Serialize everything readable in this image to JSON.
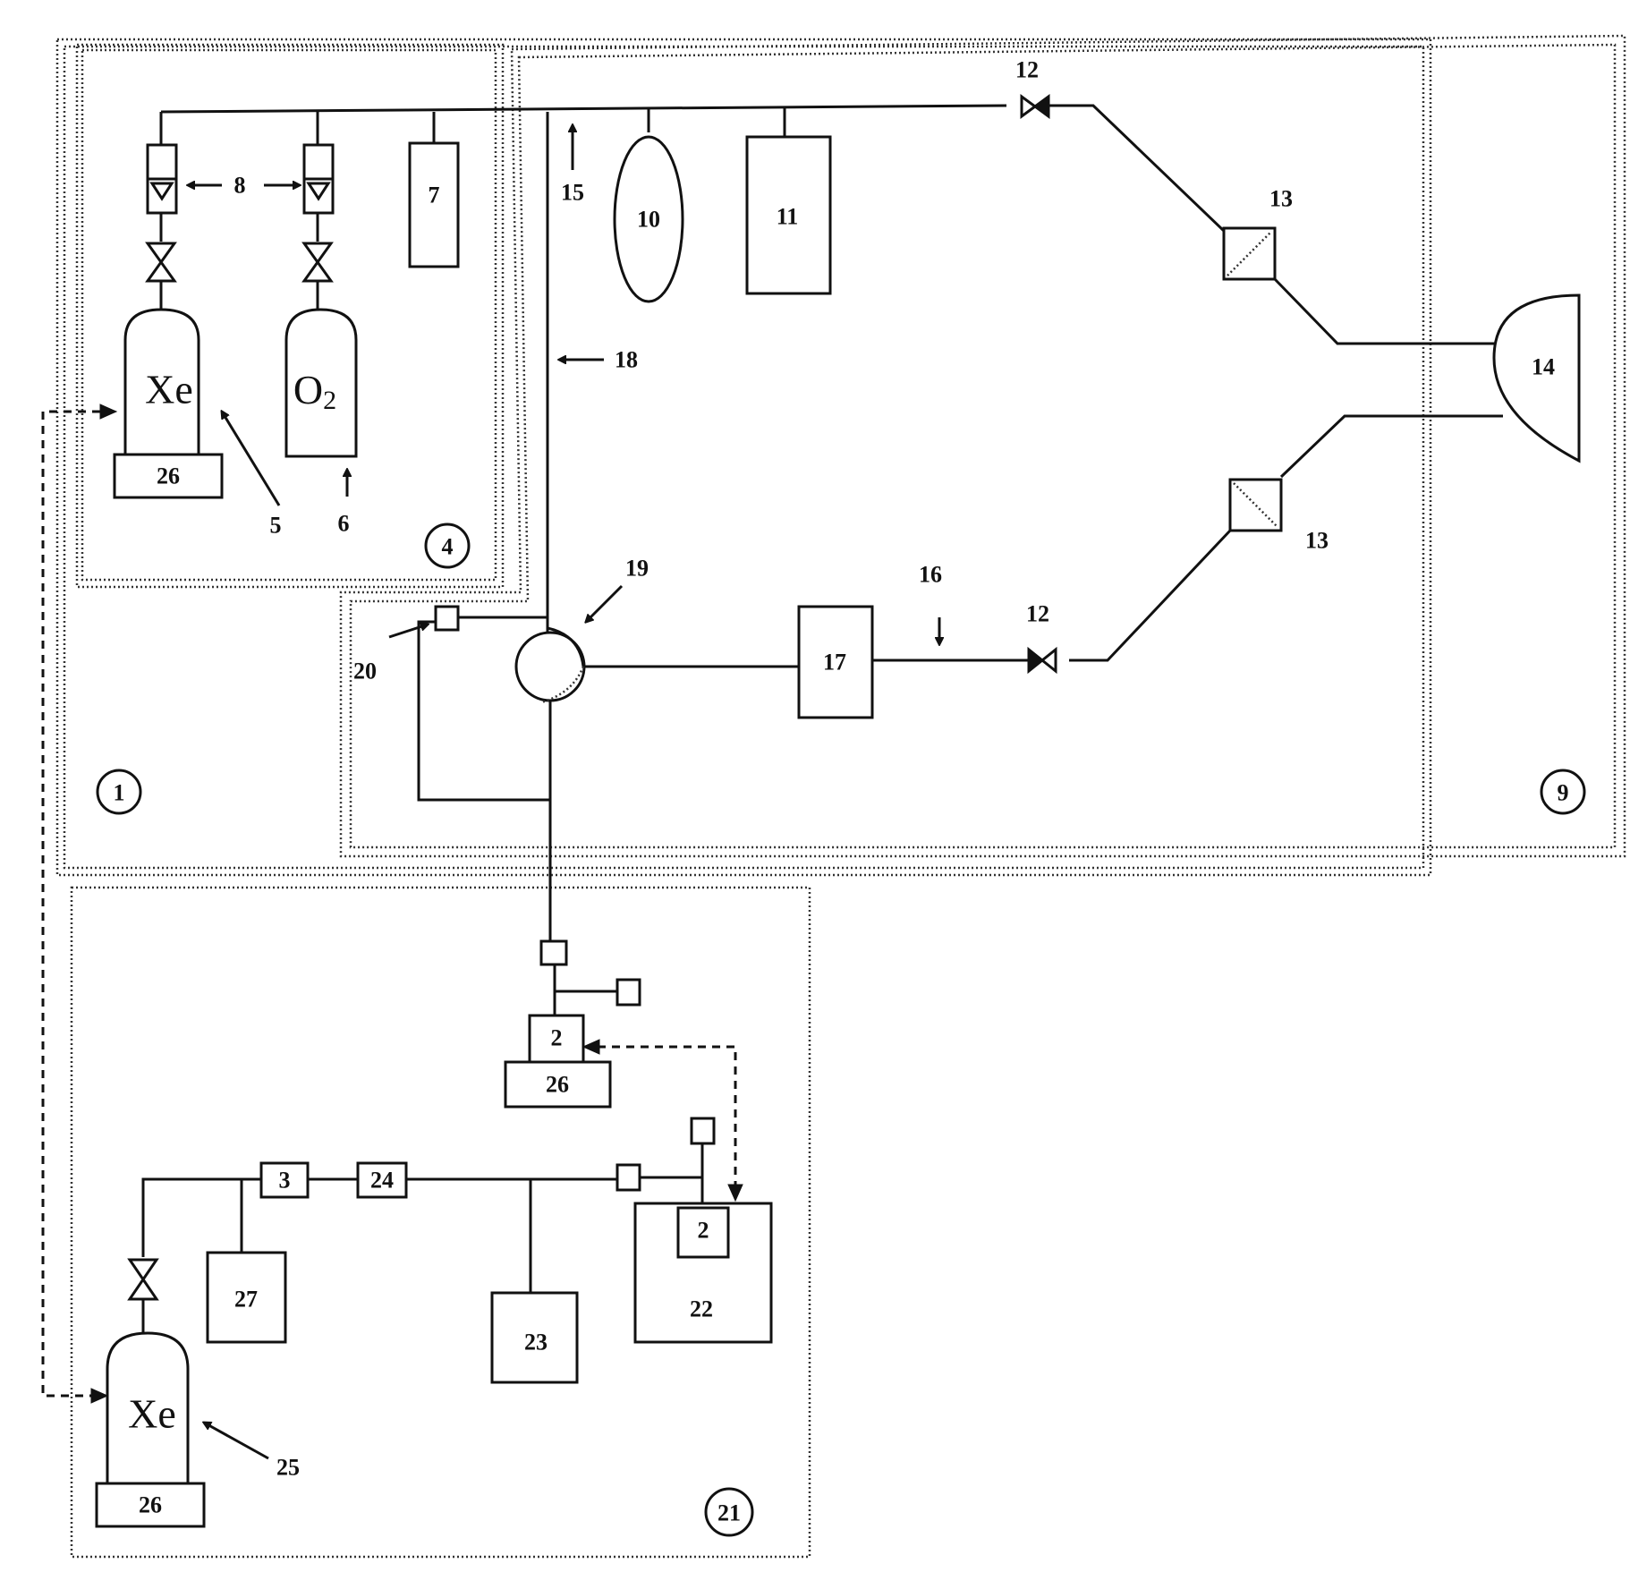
{
  "gas_labels": {
    "xenon": "Xe",
    "oxygen": "O",
    "oxygen_subscript": "2"
  },
  "numbers": {
    "n1": "1",
    "n2": "2",
    "n3": "3",
    "n4": "4",
    "n5": "5",
    "n6": "6",
    "n7": "7",
    "n8": "8",
    "n9": "9",
    "n10": "10",
    "n11": "11",
    "n12": "12",
    "n13": "13",
    "n14": "14",
    "n15": "15",
    "n16": "16",
    "n17": "17",
    "n18": "18",
    "n19": "19",
    "n20": "20",
    "n21": "21",
    "n22": "22",
    "n23": "23",
    "n24": "24",
    "n25": "25",
    "n26": "26",
    "n27": "27"
  }
}
